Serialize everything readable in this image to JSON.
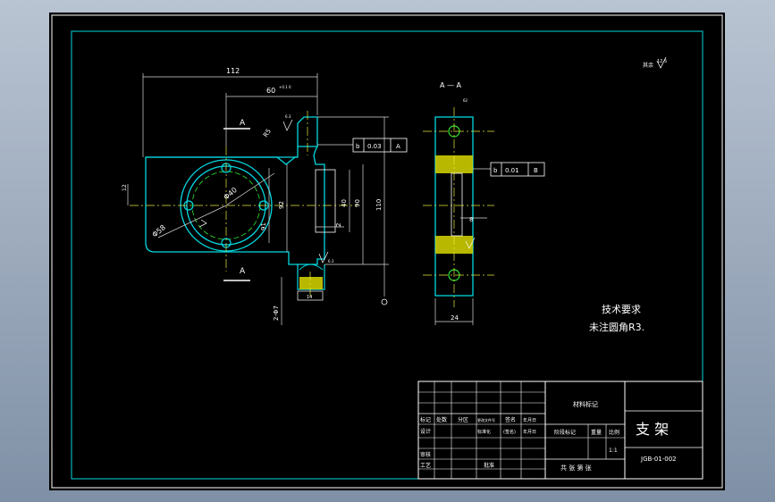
{
  "drawing": {
    "title": "支 架",
    "drawing_number": "JGB-01-002",
    "tech_req_title": "技术要求",
    "tech_req_text": "未注圆角R3.",
    "roughness_mark": "12.5",
    "section_label": "A — A",
    "section_marker": "A"
  },
  "dimensions": {
    "d112": "112",
    "d60": "60",
    "d_tol": "+0.1 0",
    "d_r5": "R5",
    "d_phi40": "Φ40",
    "d_phi58": "Φ58",
    "d_91": "91",
    "d_92": "92",
    "d_40": "40",
    "d_90": "90",
    "d_110": "110",
    "d_2": "2",
    "d_2phi7": "2-Φ7",
    "d_14": "14",
    "d_12": "12",
    "d_24": "24",
    "d_8": "8",
    "d_62": "62",
    "rough_a": "6.3",
    "rough_b": "6.3",
    "rough_c": "6.3",
    "rough_d": "12"
  },
  "tolerance_frames": [
    {
      "sym": "b",
      "val": "0.03",
      "ref": "A"
    },
    {
      "sym": "b",
      "val": "0.01",
      "ref": "B"
    }
  ],
  "title_block": {
    "material_label": "材料标记",
    "row_labels": [
      "标记",
      "处数",
      "分区",
      "更改文件号",
      "签名",
      "年月日"
    ],
    "design": "设计",
    "standard": "标准化",
    "date_label": "(签名)",
    "date_label2": "年月日",
    "stage_label": "阶段标记",
    "weight_label": "重量",
    "scale_label": "比例",
    "check": "审核",
    "process": "工艺",
    "approve": "批准",
    "scale": "1:1",
    "sheets": "共 张   第 张"
  }
}
